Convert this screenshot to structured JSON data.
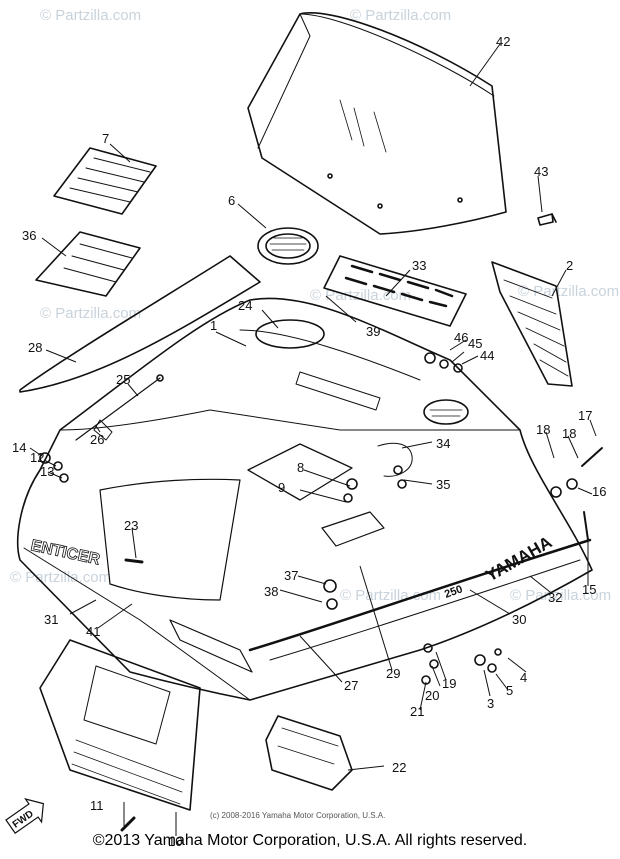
{
  "watermarks": [
    "© Partzilla.com",
    "© Partzilla.com",
    "© Partzilla.com",
    "© Partzilla.com",
    "© Partzilla.com",
    "© Partzilla.com",
    "© Partzilla.com",
    "© Partzilla.com"
  ],
  "brand_text": "YAMAHA",
  "model_text": "ENTICER",
  "engine_text": "250",
  "fwd_label": "FWD",
  "inner_copyright": "(c) 2008-2016 Yamaha Motor Corporation, U.S.A.",
  "footer": "©2013 Yamaha Motor Corporation, U.S.A. All rights reserved.",
  "callouts": [
    "1",
    "2",
    "3",
    "4",
    "5",
    "6",
    "7",
    "8",
    "9",
    "10",
    "11",
    "12",
    "13",
    "14",
    "15",
    "16",
    "17",
    "18",
    "18",
    "19",
    "20",
    "21",
    "22",
    "23",
    "24",
    "25",
    "26",
    "27",
    "28",
    "29",
    "30",
    "31",
    "32",
    "33",
    "34",
    "35",
    "36",
    "37",
    "38",
    "39",
    "41",
    "42",
    "43",
    "44",
    "45",
    "46"
  ]
}
